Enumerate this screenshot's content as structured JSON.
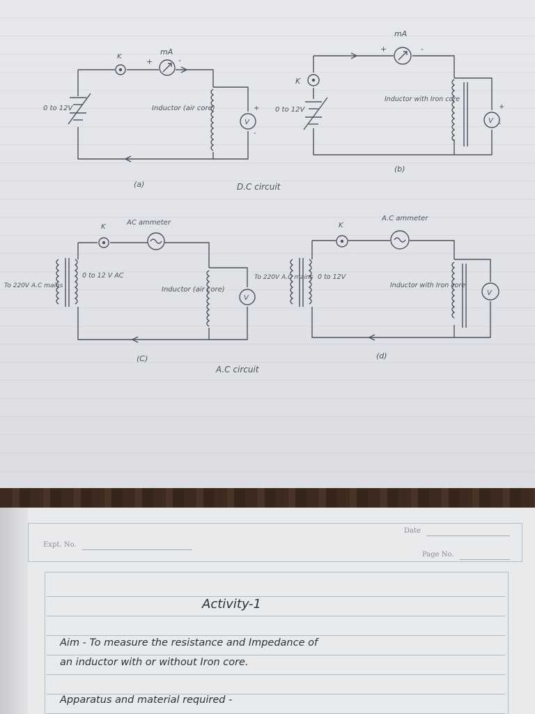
{
  "top_page": {
    "dc_section": {
      "caption": "D.C circuit",
      "a": {
        "label": "(a)",
        "key": "K",
        "meter": "mA",
        "meter_plus": "+",
        "meter_minus": "-",
        "source": "0 to 12V",
        "inductor": "Inductor (air core)",
        "voltmeter": "V",
        "v_plus": "+",
        "v_minus": "-"
      },
      "b": {
        "label": "(b)",
        "key": "K",
        "meter": "mA",
        "meter_plus": "+",
        "meter_minus": "-",
        "source": "0 to 12V",
        "inductor": "Inductor with Iron core",
        "voltmeter": "V",
        "v_plus": "+",
        "v_minus": "-"
      }
    },
    "ac_section": {
      "caption": "A.C circuit",
      "c": {
        "label": "(C)",
        "key": "K",
        "meter": "AC ammeter",
        "mains": "To 220V A.C mains",
        "transformer": "0 to 12 V AC",
        "inductor": "Inductor (air core)",
        "voltmeter": "V"
      },
      "d": {
        "label": "(d)",
        "key": "K",
        "meter": "A.C ammeter",
        "mains": "To 220V A.C mains",
        "transformer": "0 to 12V",
        "inductor": "Inductor with Iron core",
        "voltmeter": "V"
      }
    }
  },
  "bottom_page": {
    "header": {
      "expt_label": "Expt. No.",
      "date_label": "Date",
      "page_label": "Page No."
    },
    "heading": "Activity-1",
    "aim_line1": "Aim - To measure the resistance and Impedance of",
    "aim_line2": "an inductor with or without Iron core.",
    "apparatus": "Apparatus and material required -"
  },
  "colors": {
    "ink": "#4d5060",
    "paper": "#e7e8ec",
    "ruling": "#b6b9c2"
  }
}
